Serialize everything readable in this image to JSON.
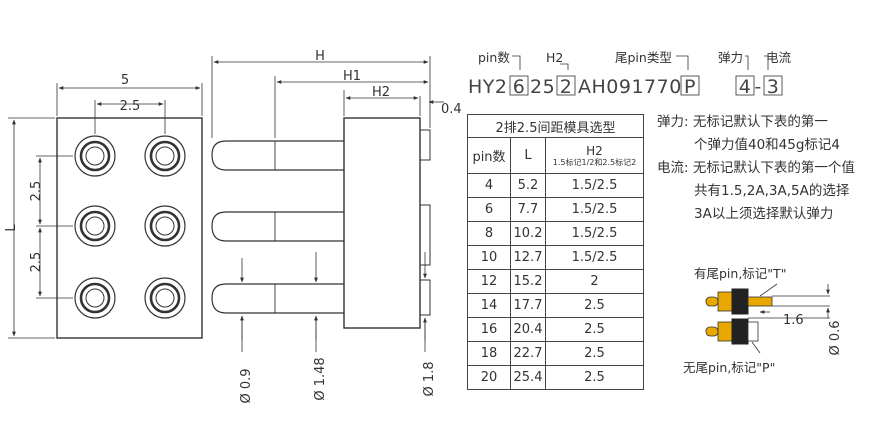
{
  "front_view": {
    "width_label": "5",
    "pitch_label": "2.5",
    "length_label": "L",
    "row_pitch_1": "2.5",
    "row_pitch_2": "2.5"
  },
  "side_view": {
    "h_label": "H",
    "h1_label": "H1",
    "h2_label": "H2",
    "gap_label": "0.4",
    "dia_09": "Ø 0.9",
    "dia_148": "Ø 1.48",
    "dia_18": "Ø 1.8"
  },
  "code": {
    "part_number": [
      "HY2",
      "6",
      "25",
      "2",
      "AH091770",
      "P",
      "4",
      "-",
      "3"
    ],
    "labels": {
      "pin_count": "pin数",
      "h2": "H2",
      "tail_type": "尾pin类型",
      "spring": "弹力",
      "current": "电流"
    }
  },
  "table": {
    "caption": "2排2.5间距模具选型",
    "headers": {
      "pin": "pin数",
      "l": "L",
      "h2": "H2",
      "h2_note": "1.5标记1/2和2.5标记2"
    },
    "rows": [
      [
        "4",
        "5.2",
        "1.5/2.5"
      ],
      [
        "6",
        "7.7",
        "1.5/2.5"
      ],
      [
        "8",
        "10.2",
        "1.5/2.5"
      ],
      [
        "10",
        "12.7",
        "1.5/2.5"
      ],
      [
        "12",
        "15.2",
        "2"
      ],
      [
        "14",
        "17.7",
        "2.5"
      ],
      [
        "16",
        "20.4",
        "2.5"
      ],
      [
        "18",
        "22.7",
        "2.5"
      ],
      [
        "20",
        "25.4",
        "2.5"
      ]
    ]
  },
  "notes": {
    "spring_1": "弹力: 无标记默认下表的第一",
    "spring_2": "个弹力值40和45g标记4",
    "current_1": "电流: 无标记默认下表的第一个值",
    "current_2": "共有1.5,2A,3A,5A的选择",
    "current_3": "3A以上须选择默认弹力"
  },
  "tail_detail": {
    "with_tail": "有尾pin,标记\"T\"",
    "without_tail": "无尾pin,标记\"P\"",
    "dim_16": "1.6",
    "dim_06": "Ø 0.6"
  },
  "colors": {
    "line": "#333333",
    "gold": "#e8a800",
    "dark": "#222222"
  }
}
